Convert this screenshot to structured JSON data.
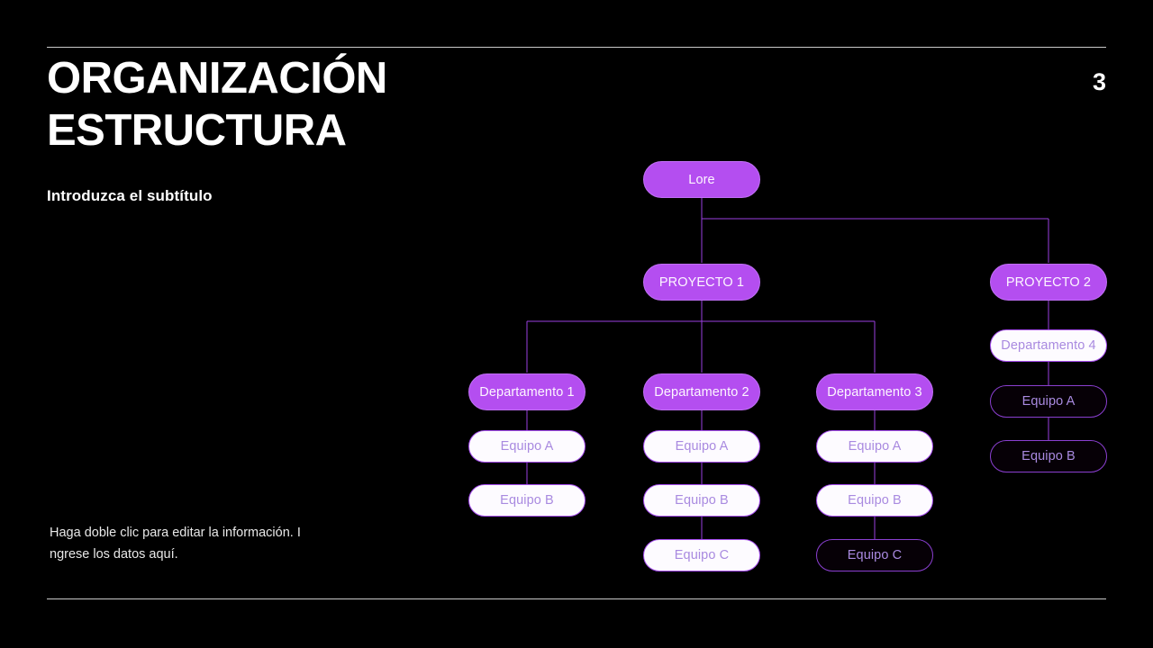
{
  "slide": {
    "background_color": "#000000",
    "page_number": "3",
    "title_lines": [
      "ORGANIZACIÓN",
      "ESTRUCTURA"
    ],
    "subtitle": "Introduzca el subtítulo",
    "body_text": "Haga doble clic para editar la información. Ingrese los datos aquí."
  },
  "palette": {
    "accent_fill": "#b44ef0",
    "accent_border": "#a64df0",
    "accent_text": "#a98ae0",
    "white_fill": "#fdfbff",
    "ghost_fill": "#060006",
    "rule": "#c9c9c9",
    "text_primary": "#ffffff",
    "connector": "#9a3fe0"
  },
  "org_chart": {
    "root": {
      "label": "Lore",
      "style": "filled"
    },
    "branches": [
      {
        "project": {
          "label": "PROYECTO 1",
          "style": "filled"
        },
        "departments": [
          {
            "label": "Departamento 1",
            "style": "filled",
            "teams": [
              {
                "label": "Equipo A",
                "style": "white"
              },
              {
                "label": "Equipo B",
                "style": "white"
              }
            ]
          },
          {
            "label": "Departamento 2",
            "style": "filled",
            "teams": [
              {
                "label": "Equipo A",
                "style": "white"
              },
              {
                "label": "Equipo B",
                "style": "white"
              },
              {
                "label": "Equipo C",
                "style": "white"
              }
            ]
          },
          {
            "label": "Departamento 3",
            "style": "filled",
            "teams": [
              {
                "label": "Equipo A",
                "style": "white"
              },
              {
                "label": "Equipo B",
                "style": "white"
              },
              {
                "label": "Equipo C",
                "style": "ghost"
              }
            ]
          }
        ]
      },
      {
        "project": {
          "label": "PROYECTO 2",
          "style": "filled"
        },
        "departments": [
          {
            "label": "Departamento 4",
            "style": "white",
            "teams": [
              {
                "label": "Equipo A",
                "style": "ghost"
              },
              {
                "label": "Equipo B",
                "style": "ghost"
              }
            ]
          }
        ]
      }
    ]
  }
}
